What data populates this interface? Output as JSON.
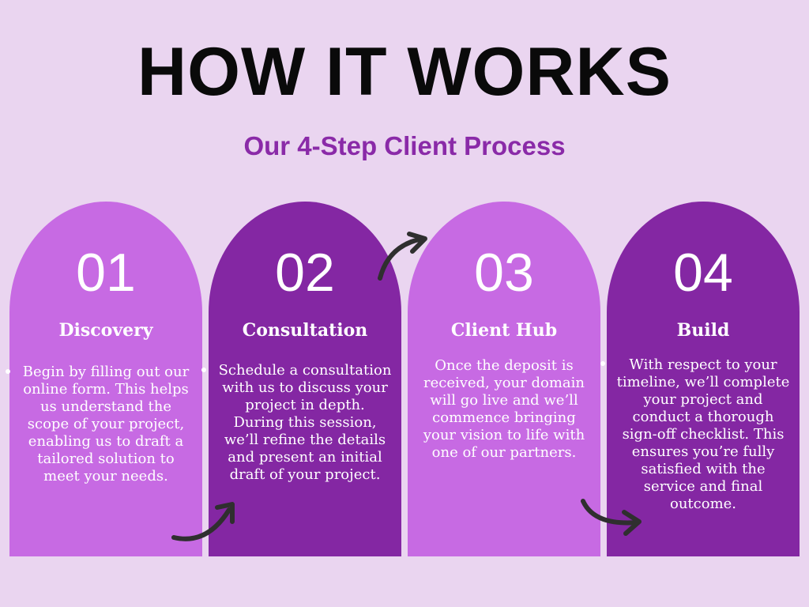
{
  "header": {
    "title": "HOW IT WORKS",
    "subtitle": "Our 4-Step Client Process"
  },
  "colors": {
    "background": "#ead5f0",
    "light_arch": "#c76ae3",
    "dark_arch": "#8427a3",
    "subtitle": "#8a2aa8",
    "arrow": "#2f2f2f"
  },
  "steps": [
    {
      "number": "01",
      "title": "Discovery",
      "text": "Begin by filling out our online form. This helps us understand the scope of your project, enabling us to draft a tailored solution to meet your needs."
    },
    {
      "number": "02",
      "title": "Consultation",
      "text": "Schedule a consultation with us to discuss your project in depth. During this session, we’ll refine the details and present an initial draft of your project."
    },
    {
      "number": "03",
      "title": "Client Hub",
      "text": "Once the deposit is received, your domain will go live and we’ll commence bringing your vision to life with one of our partners."
    },
    {
      "number": "04",
      "title": "Build",
      "text": "With respect to your timeline, we’ll complete your project and conduct a thorough sign-off checklist. This ensures you’re fully satisfied with the service and final outcome."
    }
  ]
}
